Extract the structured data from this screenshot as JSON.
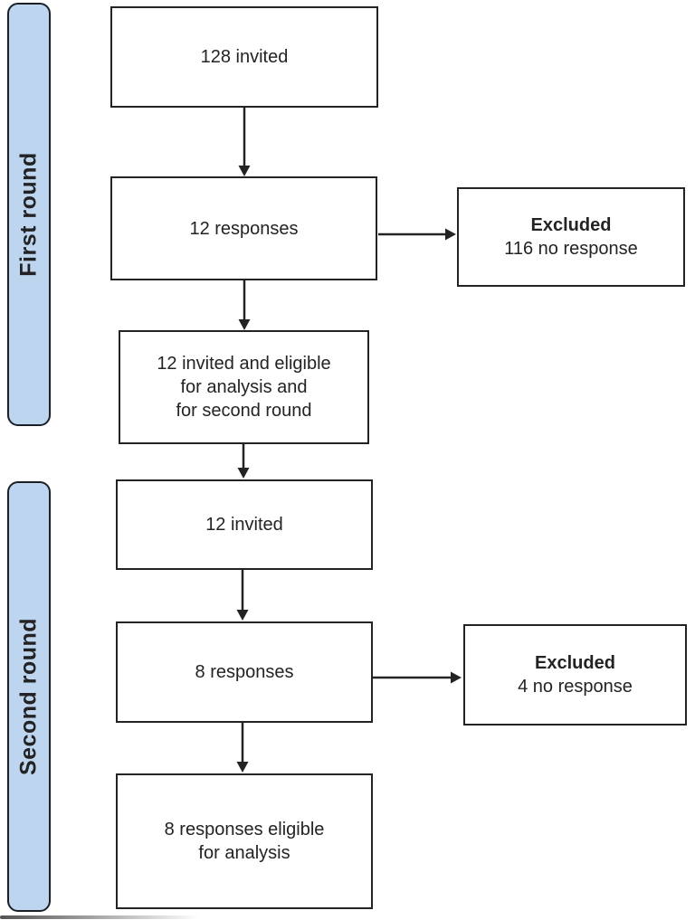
{
  "theme": {
    "colors": {
      "ink": "#232325",
      "box-fill": "#ffffff",
      "band-fill": "#bdd5ee",
      "band-border": "#1b1f27",
      "page-bg": "#ffffff"
    }
  },
  "bands": [
    {
      "id": "first-round",
      "label": "First round"
    },
    {
      "id": "second-round",
      "label": "Second round"
    }
  ],
  "nodes": {
    "invited_first": {
      "text": "128 invited"
    },
    "responses_first": {
      "text": "12 responses"
    },
    "excluded_first": {
      "title": "Excluded",
      "detail": "116 no response"
    },
    "eligible_first": {
      "text": "12 invited and eligible\nfor analysis and\nfor second round"
    },
    "invited_second": {
      "text": "12 invited"
    },
    "responses_second": {
      "text": "8 responses"
    },
    "excluded_second": {
      "title": "Excluded",
      "detail": "4 no response"
    },
    "eligible_second": {
      "text": "8 responses eligible\nfor analysis"
    }
  },
  "edges": [
    {
      "from": "invited_first",
      "to": "responses_first"
    },
    {
      "from": "responses_first",
      "to": "excluded_first"
    },
    {
      "from": "responses_first",
      "to": "eligible_first"
    },
    {
      "from": "eligible_first",
      "to": "invited_second"
    },
    {
      "from": "invited_second",
      "to": "responses_second"
    },
    {
      "from": "responses_second",
      "to": "excluded_second"
    },
    {
      "from": "responses_second",
      "to": "eligible_second"
    }
  ]
}
